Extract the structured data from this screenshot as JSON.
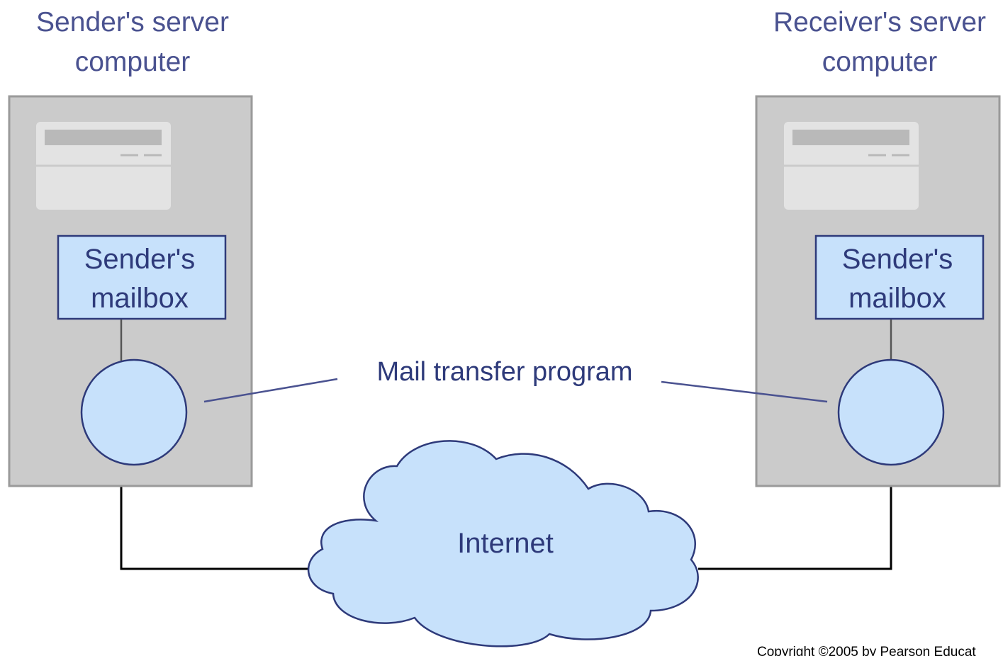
{
  "sender_server": {
    "title_line1": "Sender's server",
    "title_line2": "computer",
    "mailbox_line1": "Sender's",
    "mailbox_line2": "mailbox"
  },
  "receiver_server": {
    "title_line1": "Receiver's server",
    "title_line2": "computer",
    "mailbox_line1": "Sender's",
    "mailbox_line2": "mailbox"
  },
  "mail_transfer_label": "Mail transfer program",
  "cloud_label": "Internet",
  "copyright": "Copyright ©2005 by Pearson Educat",
  "colors": {
    "server_fill": "#cbcbcb",
    "server_stroke": "#9a9a9a",
    "mailbox_fill": "#c7e1fb",
    "mailbox_stroke": "#2e3a7a",
    "cloud_fill": "#c7e1fb",
    "line": "#000000",
    "label_line": "#4a5290"
  },
  "icons": {
    "drive_bay": "server-drive-bay-icon",
    "program": "mail-transfer-program-icon",
    "cloud": "internet-cloud-icon"
  }
}
